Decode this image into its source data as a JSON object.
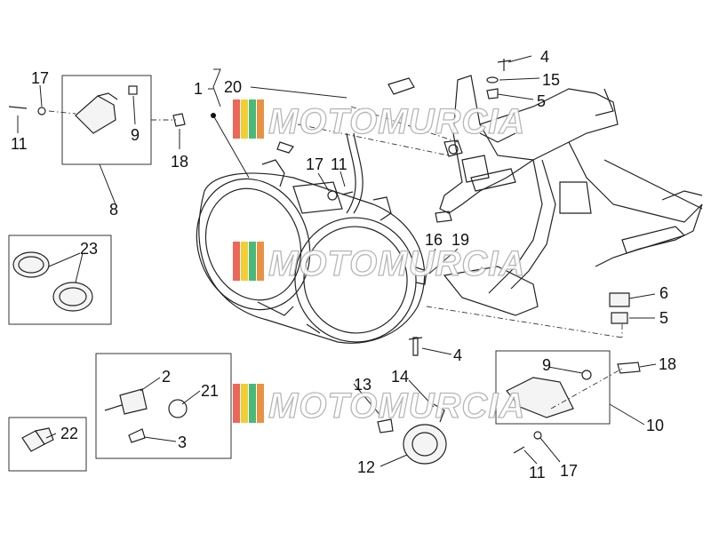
{
  "watermark": {
    "text": "MOTOMURCIA",
    "stripe_colors": [
      "#e74c3c",
      "#f1c40f",
      "#27ae60",
      "#e67e22"
    ]
  },
  "callouts": {
    "c1": "1",
    "c20": "20",
    "c17a": "17",
    "c11a": "11",
    "c9a": "9",
    "c18a": "18",
    "c8": "8",
    "c17b": "17",
    "c11b": "11",
    "c4a": "4",
    "c15": "15",
    "c5a": "5",
    "c23": "23",
    "c16": "16",
    "c19": "19",
    "c6": "6",
    "c5b": "5",
    "c4b": "4",
    "c2": "2",
    "c21": "21",
    "c3": "3",
    "c22": "22",
    "c13": "13",
    "c14": "14",
    "c12": "12",
    "c9b": "9",
    "c18b": "18",
    "c10": "10",
    "c11c": "11",
    "c17c": "17"
  }
}
